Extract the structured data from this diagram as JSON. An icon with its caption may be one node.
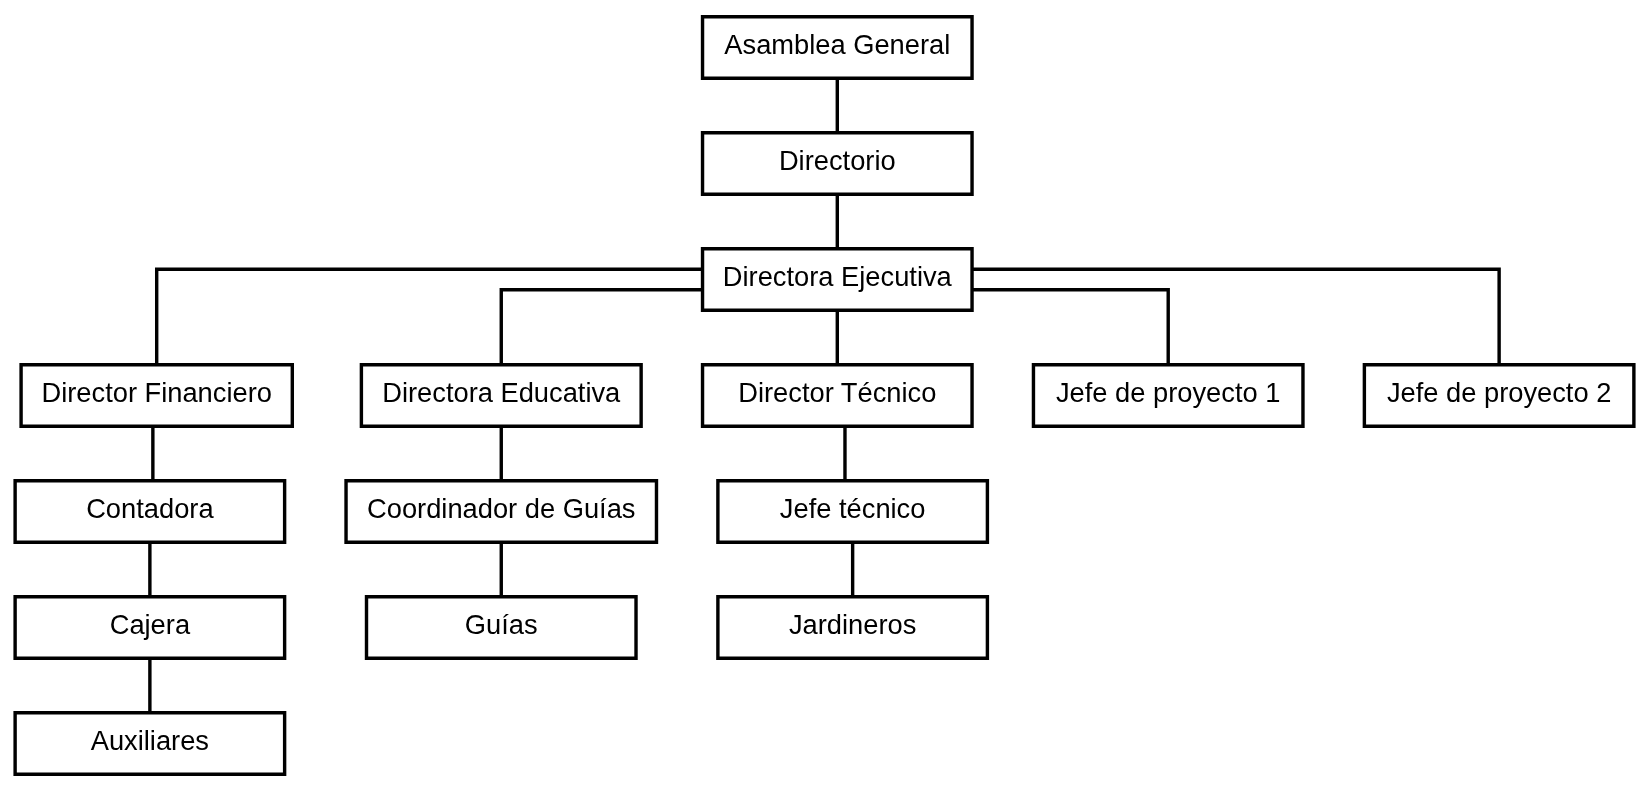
{
  "diagram": {
    "nodes": [
      {
        "text": [
          "Asamblea General"
        ]
      },
      {
        "text": [
          "Directorio"
        ]
      },
      {
        "text": [
          "Directora Ejecutiva"
        ]
      },
      {
        "text": [
          "Director Financiero"
        ]
      },
      {
        "text": [
          "Directora Educativa"
        ]
      },
      {
        "text": [
          "Director Técnico"
        ]
      },
      {
        "text": [
          "Jefe de proyecto 1"
        ]
      },
      {
        "text": [
          "Jefe de proyecto 2"
        ]
      },
      {
        "text": [
          "Contadora"
        ]
      },
      {
        "text": [
          "Coordinador de Guías"
        ]
      },
      {
        "text": [
          "Jefe técnico"
        ]
      },
      {
        "text": [
          "Cajera"
        ]
      },
      {
        "text": [
          "Guías"
        ]
      },
      {
        "text": [
          "Jardineros"
        ]
      },
      {
        "text": [
          "Auxiliares"
        ]
      }
    ],
    "edges": [
      {
        "from": 0,
        "to": 1,
        "arrow": "none"
      },
      {
        "from": 1,
        "to": 2,
        "arrow": "none"
      },
      {
        "from": 2,
        "to": 3,
        "arrow": "none"
      },
      {
        "from": 2,
        "to": 4,
        "arrow": "none"
      },
      {
        "from": 2,
        "to": 5,
        "arrow": "none"
      },
      {
        "from": 2,
        "to": 6,
        "arrow": "none"
      },
      {
        "from": 2,
        "to": 7,
        "arrow": "none"
      },
      {
        "from": 3,
        "to": 8,
        "arrow": "none"
      },
      {
        "from": 4,
        "to": 9,
        "arrow": "none"
      },
      {
        "from": 5,
        "to": 10,
        "arrow": "none"
      },
      {
        "from": 8,
        "to": 11,
        "arrow": "none"
      },
      {
        "from": 9,
        "to": 12,
        "arrow": "none"
      },
      {
        "from": 10,
        "to": 13,
        "arrow": "none"
      },
      {
        "from": 11,
        "to": 14,
        "arrow": "none"
      }
    ]
  }
}
